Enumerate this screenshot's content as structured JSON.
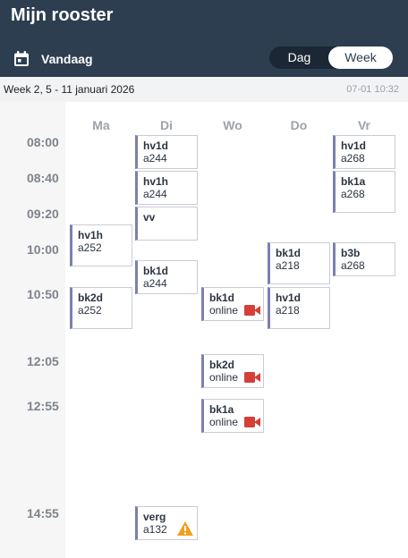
{
  "header": {
    "title": "Mijn rooster",
    "today_label": "Vandaag",
    "view_day": "Dag",
    "view_week": "Week"
  },
  "info": {
    "week_range": "Week 2, 5 - 11 januari 2026",
    "timestamp": "07-01 10:32"
  },
  "days": [
    "Ma",
    "Di",
    "Wo",
    "Do",
    "Vr"
  ],
  "times": [
    "08:00",
    "08:40",
    "09:20",
    "10:00",
    "10:50",
    "12:05",
    "12:55",
    "14:55"
  ],
  "events": [
    {
      "day": "Di",
      "time": "08:00",
      "subject": "hv1d",
      "room": "a244",
      "badge": ""
    },
    {
      "day": "Di",
      "time": "08:40",
      "subject": "hv1h",
      "room": "a244",
      "badge": ""
    },
    {
      "day": "Di",
      "time": "09:20",
      "subject": "vv",
      "room": "",
      "badge": ""
    },
    {
      "day": "Di",
      "time": "10:00",
      "subject": "bk1d",
      "room": "a244",
      "badge": ""
    },
    {
      "day": "Di",
      "time": "14:55",
      "subject": "verg",
      "room": "a132",
      "badge": "warning-icon"
    },
    {
      "day": "Ma",
      "time": "09:20",
      "subject": "hv1h",
      "room": "a252",
      "badge": ""
    },
    {
      "day": "Ma",
      "time": "10:50",
      "subject": "bk2d",
      "room": "a252",
      "badge": ""
    },
    {
      "day": "Wo",
      "time": "10:50",
      "subject": "bk1d",
      "room": "online",
      "badge": "video-icon"
    },
    {
      "day": "Wo",
      "time": "12:05",
      "subject": "bk2d",
      "room": "online",
      "badge": "video-icon"
    },
    {
      "day": "Wo",
      "time": "12:55",
      "subject": "bk1a",
      "room": "online",
      "badge": "video-icon"
    },
    {
      "day": "Do",
      "time": "10:00",
      "subject": "bk1d",
      "room": "a218",
      "badge": ""
    },
    {
      "day": "Do",
      "time": "10:50",
      "subject": "hv1d",
      "room": "a218",
      "badge": ""
    },
    {
      "day": "Vr",
      "time": "08:00",
      "subject": "hv1d",
      "room": "a268",
      "badge": ""
    },
    {
      "day": "Vr",
      "time": "08:40",
      "subject": "bk1a",
      "room": "a268",
      "badge": ""
    },
    {
      "day": "Vr",
      "time": "10:00",
      "subject": "b3b",
      "room": "a268",
      "badge": ""
    }
  ],
  "colors": {
    "header_bg": "#2d3e50",
    "event_accent": "#7d7fae",
    "video_badge": "#d43f3a",
    "warning_badge": "#f0a020"
  }
}
